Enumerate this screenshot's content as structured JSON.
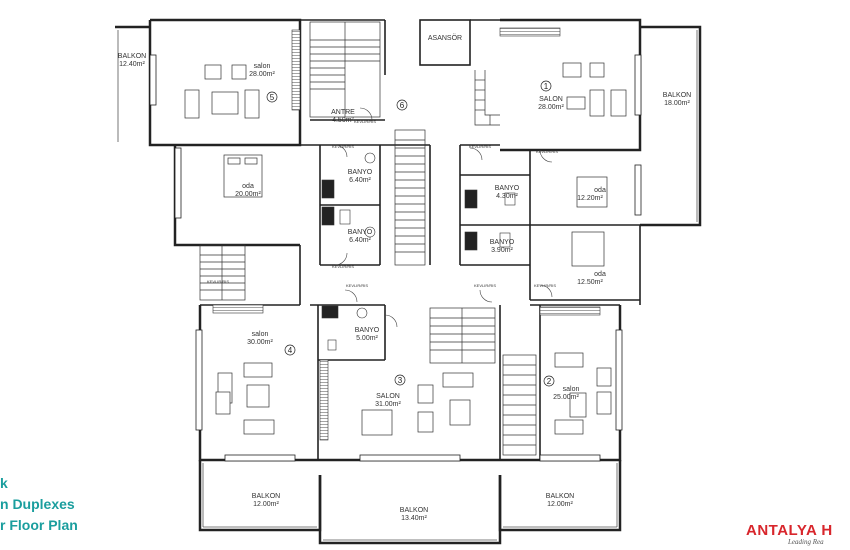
{
  "rooms": {
    "balkon_top_left": {
      "name": "BALKON",
      "area": "12.40m²"
    },
    "salon_5": {
      "name": "salon",
      "area": "28.00m²",
      "unit": "5"
    },
    "antre_6": {
      "name": "ANTRE",
      "area": "4.50m²",
      "unit": "6"
    },
    "asansor": {
      "name": "ASANSÖR"
    },
    "salon_1": {
      "name": "SALON",
      "area": "28.00m²",
      "unit": "1"
    },
    "balkon_top_right": {
      "name": "BALKON",
      "area": "18.00m²"
    },
    "oda_left": {
      "name": "oda",
      "area": "20.00m²"
    },
    "banyo_a": {
      "name": "BANYO",
      "area": "6.40m²"
    },
    "banyo_b": {
      "name": "BANYO",
      "area": "6.40m²"
    },
    "banyo_c": {
      "name": "BANYO",
      "area": "4.30m²"
    },
    "banyo_d": {
      "name": "BANYO",
      "area": "3.90m²"
    },
    "oda_right_top": {
      "name": "oda",
      "area": "12.20m²"
    },
    "oda_right_bottom": {
      "name": "oda",
      "area": "12.50m²"
    },
    "salon_4": {
      "name": "salon",
      "area": "30.00m²",
      "unit": "4"
    },
    "banyo_e": {
      "name": "BANYO",
      "area": "5.00m²"
    },
    "salon_3": {
      "name": "SALON",
      "area": "31.00m²",
      "unit": "3"
    },
    "salon_2": {
      "name": "salon",
      "area": "25.00m²",
      "unit": "2"
    },
    "balkon_bottom_left": {
      "name": "BALKON",
      "area": "12.00m²"
    },
    "balkon_bottom_mid": {
      "name": "BALKON",
      "area": "13.40m²"
    },
    "balkon_bottom_right": {
      "name": "BALKON",
      "area": "12.00m²"
    }
  },
  "door_tag": "KEVLIR/RIS",
  "caption": {
    "line1": "k",
    "line2": "n Duplexes",
    "line3": "r Floor Plan"
  },
  "brand": {
    "name": "ANTALYA H",
    "slogan": "Leading Rea"
  },
  "colors": {
    "caption": "#1a9e9e",
    "brand": "#d8262c",
    "wall": "#222222"
  }
}
